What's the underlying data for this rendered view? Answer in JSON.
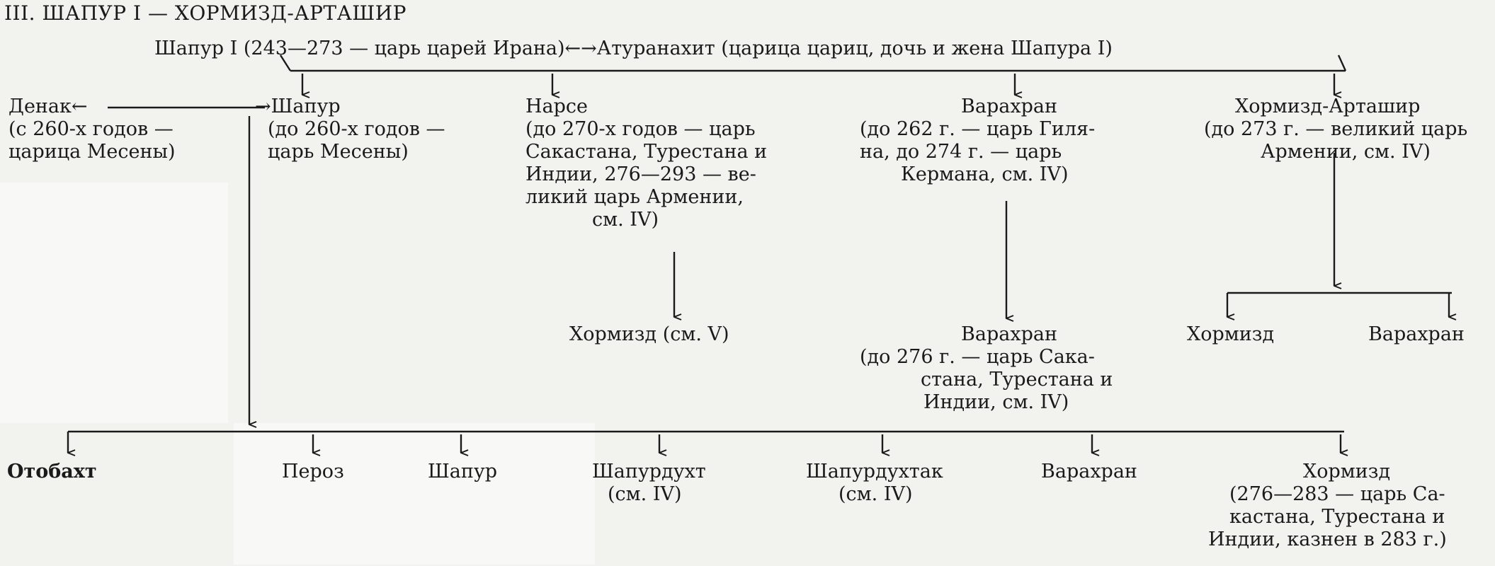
{
  "title": "III. ШАПУР I — ХОРМИЗД-АРТАШИР",
  "top_line": "Шапур I (243—273 — царь царей Ирана)←→Атуранахит (царица цариц, дочь и жена Шапура I)",
  "denak": [
    "Денак←",
    "(с 260-х годов —",
    "царица Месены)"
  ],
  "shapur": [
    "→Шапур",
    "(до 260-х годов —",
    "царь Месены)"
  ],
  "narse": [
    "Нарсе",
    "(до 270-х годов — царь",
    "Сакастана, Турестана и",
    "Индии, 276—293 — ве-",
    "ликий царь Армении,",
    "см. IV)"
  ],
  "varahran1": [
    "Варахран",
    "(до 262 г. — царь Гиля-",
    "на, до 274 г. — царь",
    "Кермана, см. IV)"
  ],
  "hormizd_artashir": [
    "Хормизд-Арташир",
    "(до 273 г. — великий царь",
    "Армении, см. IV)"
  ],
  "hormizd_v": "Хормизд (см. V)",
  "varahran2": [
    "Варахран",
    "(до 276 г. — царь Сака-",
    "стана, Турестана и",
    "Индии, см. IV)"
  ],
  "sub_hormizd": "Хормизд",
  "sub_varahran": "Варахран",
  "bottom": {
    "otobakht": "Отобахт",
    "peroz": "Пероз",
    "shapur": "Шапур",
    "shapurdukht": [
      "Шапурдухт",
      "(см. IV)"
    ],
    "shapurdukhtak": [
      "Шапурдухтак",
      "(см. IV)"
    ],
    "varahran": "Варахран",
    "hormizd": [
      "Хормизд",
      "(276—283 — царь Са-",
      "кастана, Турестана и",
      "Индии, казнен в 283 г.)"
    ]
  }
}
